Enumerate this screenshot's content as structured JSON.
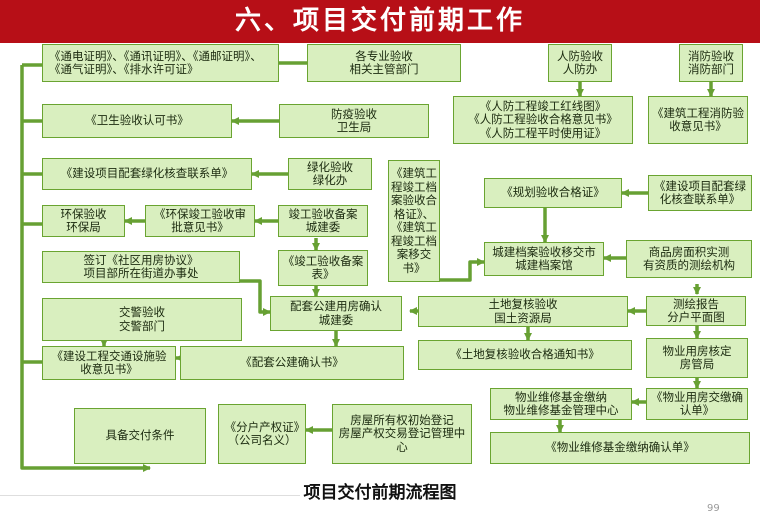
{
  "title": "六、项目交付前期工作",
  "caption": "项目交付前期流程图",
  "page_number": "99",
  "colors": {
    "header_bg": "#b70f17",
    "box_bg": "#d9efbf",
    "box_border": "#6aa431",
    "arrow": "#67a033"
  },
  "boxes": {
    "utilities_certs": "《通电证明》、《通讯证明》、《通邮证明》、《通气证明》、《排水许可证》",
    "dept_acceptance": "各专业验收\n相关主管部门",
    "civil_defense_accept": "人防验收\n人防办",
    "fire_accept": "消防验收\n消防部门",
    "hygiene_cert": "《卫生验收认可书》",
    "epidemic_accept": "防疫验收\n卫生局",
    "civil_defense_docs": "《人防工程竣工红线图》\n《人防工程验收合格意见书》\n《人防工程平时使用证》",
    "fire_opinion": "《建筑工程消防验收意见书》",
    "greening_form": "《建设项目配套绿化核查联系单》",
    "greening_accept": "绿化验收\n绿化办",
    "archive_certs": "《建筑工程竣工档案验收合格证》、《建筑工程竣工档案移交书》",
    "planning_cert": "《规划验收合格证》",
    "greening_form_right": "《建设项目配套绿化核查联系单》",
    "env_accept": "环保验收\n环保局",
    "env_opinion": "《环保竣工验收审批意见书》",
    "completion_record": "竣工验收备案\n城建委",
    "archive_transfer": "城建档案验收移交市 城建档案馆",
    "area_survey": "商品房面积实测\n有资质的测绘机构",
    "community_agreement": "签订《社区用房协议》\n项目部所在街道办事处",
    "record_form": "《竣工验收备案表》",
    "land_review": "土地复核验收\n国土资源局",
    "survey_report": "测绘报告\n分户平面图",
    "traffic_accept": "交警验收\n交警部门",
    "public_housing_confirm": "配套公建用房确认\n城建委",
    "land_notice": "《土地复核验收合格通知书》",
    "property_mgmt_housing": "物业用房核定\n房管局",
    "traffic_opinion": "《建设工程交通设施验收意见书》",
    "public_confirm_doc": "《配套公建确认书》",
    "maintenance_fund": "物业维修基金缴纳\n物业维修基金管理中心",
    "property_handover": "《物业用房交缴确认单》",
    "delivery_ready": "具备交付条件",
    "title_cert": "《分户产权证》（公司名义）",
    "initial_registration": "房屋所有权初始登记\n房屋产权交易登记管理中心",
    "fund_confirm": "《物业维修基金缴纳确认单》"
  }
}
